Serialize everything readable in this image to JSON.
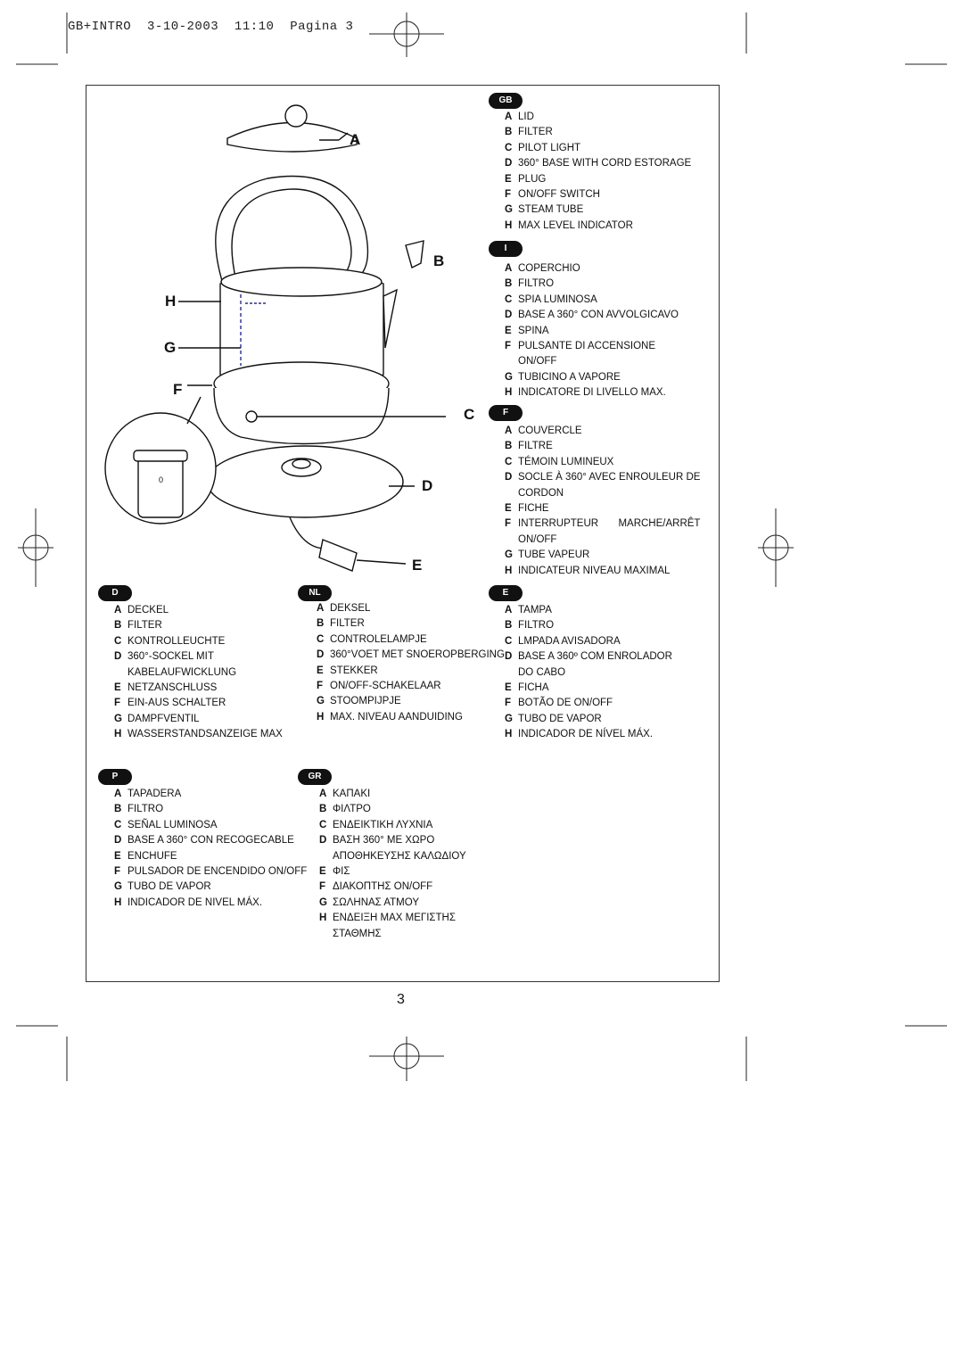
{
  "slug": "GB+INTRO  3-10-2003  11:10  Pagina 3",
  "page_number": "3",
  "callouts": {
    "A": "A",
    "B": "B",
    "C": "C",
    "D": "D",
    "E": "E",
    "F": "F",
    "G": "G",
    "H": "H"
  },
  "switch_mark": "0",
  "sections": {
    "gb": {
      "badge": "GB",
      "items": [
        {
          "k": "A",
          "v": "LID"
        },
        {
          "k": "B",
          "v": "FILTER"
        },
        {
          "k": "C",
          "v": "PILOT LIGHT"
        },
        {
          "k": "D",
          "v": "360° BASE WITH CORD ESTORAGE"
        },
        {
          "k": "E",
          "v": "PLUG"
        },
        {
          "k": "F",
          "v": "ON/OFF SWITCH"
        },
        {
          "k": "G",
          "v": "STEAM TUBE"
        },
        {
          "k": "H",
          "v": "MAX LEVEL INDICATOR"
        }
      ]
    },
    "i": {
      "badge": "I",
      "items": [
        {
          "k": "A",
          "v": "COPERCHIO"
        },
        {
          "k": "B",
          "v": "FILTRO"
        },
        {
          "k": "C",
          "v": "SPIA LUMINOSA"
        },
        {
          "k": "D",
          "v": "BASE A 360° CON AVVOLGICAVO"
        },
        {
          "k": "E",
          "v": "SPINA"
        },
        {
          "k": "F",
          "v": "PULSANTE DI ACCENSIONE",
          "v2": "ON/OFF"
        },
        {
          "k": "G",
          "v": "TUBICINO A VAPORE"
        },
        {
          "k": "H",
          "v": "INDICATORE DI LIVELLO MAX."
        }
      ]
    },
    "f": {
      "badge": "F",
      "items": [
        {
          "k": "A",
          "v": "COUVERCLE"
        },
        {
          "k": "B",
          "v": "FILTRE"
        },
        {
          "k": "C",
          "v": "TÉMOIN LUMINEUX"
        },
        {
          "k": "D",
          "v": "SOCLE À 360° AVEC ENROULEUR DE",
          "v2": "CORDON"
        },
        {
          "k": "E",
          "v": "FICHE"
        },
        {
          "k": "F",
          "v": "INTERRUPTEUR       MARCHE/ARRÊT",
          "v2": "ON/OFF"
        },
        {
          "k": "G",
          "v": "TUBE VAPEUR"
        },
        {
          "k": "H",
          "v": "INDICATEUR NIVEAU MAXIMAL"
        }
      ]
    },
    "d": {
      "badge": "D",
      "items": [
        {
          "k": "A",
          "v": "DECKEL"
        },
        {
          "k": "B",
          "v": "FILTER"
        },
        {
          "k": "C",
          "v": "KONTROLLEUCHTE"
        },
        {
          "k": "D",
          "v": "360°-SOCKEL MIT",
          "v2": "KABELAUFWICKLUNG"
        },
        {
          "k": "E",
          "v": "NETZANSCHLUSS"
        },
        {
          "k": "F",
          "v": "EIN-AUS SCHALTER"
        },
        {
          "k": "G",
          "v": "DAMPFVENTIL"
        },
        {
          "k": "H",
          "v": "WASSERSTANDSANZEIGE MAX"
        }
      ]
    },
    "nl": {
      "badge": "NL",
      "items": [
        {
          "k": "A",
          "v": "DEKSEL"
        },
        {
          "k": "B",
          "v": "FILTER"
        },
        {
          "k": "C",
          "v": "CONTROLELAMPJE"
        },
        {
          "k": "D",
          "v": "360°VOET MET SNOEROPBERGING"
        },
        {
          "k": "E",
          "v": "STEKKER"
        },
        {
          "k": "F",
          "v": "ON/OFF-SCHAKELAAR"
        },
        {
          "k": "G",
          "v": "STOOMPIJPJE"
        },
        {
          "k": "H",
          "v": "MAX. NIVEAU AANDUIDING"
        }
      ]
    },
    "e": {
      "badge": "E",
      "items": [
        {
          "k": "A",
          "v": "TAMPA"
        },
        {
          "k": "B",
          "v": "FILTRO"
        },
        {
          "k": "C",
          "v": "LMPADA AVISADORA"
        },
        {
          "k": "D",
          "v": "BASE A 360º COM ENROLADOR",
          "v2": "DO CABO"
        },
        {
          "k": "E",
          "v": "FICHA"
        },
        {
          "k": "F",
          "v": "BOTÃO DE ON/OFF"
        },
        {
          "k": "G",
          "v": "TUBO DE VAPOR"
        },
        {
          "k": "H",
          "v": "INDICADOR DE NÍVEL MÁX."
        }
      ]
    },
    "p": {
      "badge": "P",
      "items": [
        {
          "k": "A",
          "v": "TAPADERA"
        },
        {
          "k": "B",
          "v": "FILTRO"
        },
        {
          "k": "C",
          "v": "SEÑAL LUMINOSA"
        },
        {
          "k": "D",
          "v": "BASE A 360° CON RECOGECABLE"
        },
        {
          "k": "E",
          "v": "ENCHUFE"
        },
        {
          "k": "F",
          "v": "PULSADOR DE ENCENDIDO ON/OFF"
        },
        {
          "k": "G",
          "v": "TUBO DE VAPOR"
        },
        {
          "k": "H",
          "v": "INDICADOR DE NIVEL MÁX."
        }
      ]
    },
    "gr": {
      "badge": "GR",
      "items": [
        {
          "k": "A",
          "v": "ΚΑΠΑΚΙ"
        },
        {
          "k": "B",
          "v": "ΦΙΛΤΡΟ"
        },
        {
          "k": "C",
          "v": "ΕΝΔΕΙΚΤΙΚΗ ΛΥΧΝΙΑ"
        },
        {
          "k": "D",
          "v": "ΒΑΣΗ 360° ΜΕ ΧΩΡΟ",
          "v2": "ΑΠΟΘΗΚΕΥΣΗΣ ΚΑΛΩΔΙΟΥ"
        },
        {
          "k": "E",
          "v": "ΦΙΣ"
        },
        {
          "k": "F",
          "v": "ΔΙΑΚΟΠΤΗΣ ON/OFF"
        },
        {
          "k": "G",
          "v": "ΣΩΛΗΝΑΣ ΑΤΜΟΥ"
        },
        {
          "k": "H",
          "v": "ΕΝΔΕΙΞΗ MAX ΜΕΓΙΣΤΗΣ",
          "v2": "ΣΤΑΘΜΗΣ"
        }
      ]
    }
  }
}
